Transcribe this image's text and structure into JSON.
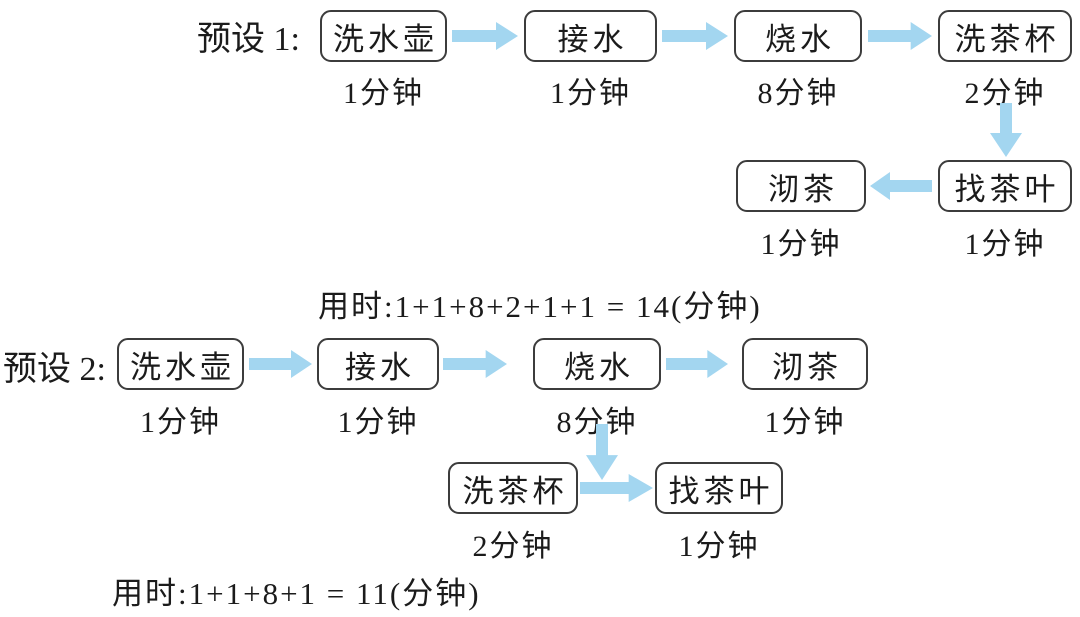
{
  "colors": {
    "arrow": "#a3d6f0",
    "box_border": "#3c3c3c",
    "text": "#1b1b1b"
  },
  "plan1": {
    "label": "预设 1:",
    "steps": [
      {
        "name": "洗水壶",
        "time": "1分钟"
      },
      {
        "name": "接水",
        "time": "1分钟"
      },
      {
        "name": "烧水",
        "time": "8分钟"
      },
      {
        "name": "洗茶杯",
        "time": "2分钟"
      },
      {
        "name": "找茶叶",
        "time": "1分钟"
      },
      {
        "name": "沏茶",
        "time": "1分钟"
      }
    ],
    "total": "用时:1+1+8+2+1+1 = 14(分钟)"
  },
  "plan2": {
    "label": "预设 2:",
    "steps": [
      {
        "name": "洗水壶",
        "time": "1分钟"
      },
      {
        "name": "接水",
        "time": "1分钟"
      },
      {
        "name": "烧水",
        "time": "8分钟"
      },
      {
        "name": "沏茶",
        "time": "1分钟"
      },
      {
        "name": "洗茶杯",
        "time": "2分钟"
      },
      {
        "name": "找茶叶",
        "time": "1分钟"
      }
    ],
    "total": "用时:1+1+8+1 = 11(分钟)"
  }
}
